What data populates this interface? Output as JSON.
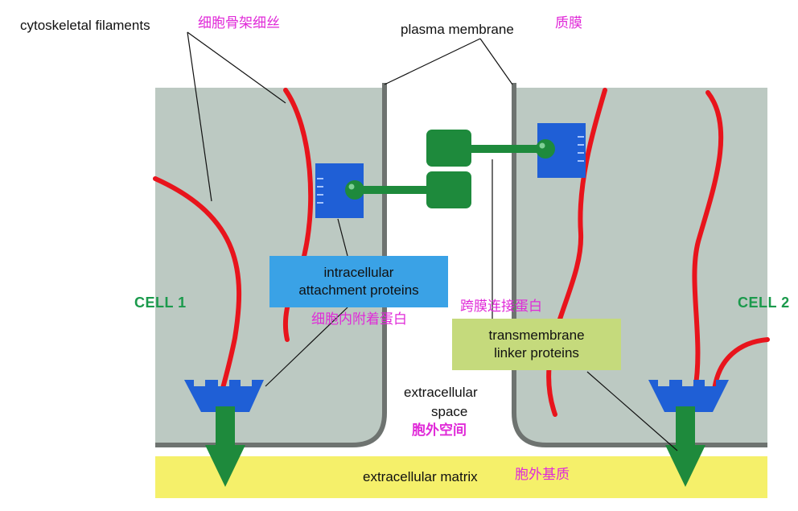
{
  "labels": {
    "cytoskeletal": "cytoskeletal filaments",
    "cytoskeletal_cn": "细胞骨架细丝",
    "plasma": "plasma membrane",
    "plasma_cn": "质膜",
    "cell1": "CELL 1",
    "cell2": "CELL 2",
    "intra_line1": "intracellular",
    "intra_line2": "attachment proteins",
    "intra_cn": "细胞内附着蛋白",
    "trans_cn": "跨膜连接蛋白",
    "trans_line1": "transmembrane",
    "trans_line2": "linker proteins",
    "extra_space_line1": "extracellular",
    "extra_space_line2": "space",
    "extra_space_cn": "胞外空间",
    "matrix": "extracellular matrix",
    "matrix_cn": "胞外基质"
  },
  "colors": {
    "cell_fill": "#bcc9c2",
    "membrane": "#6e7370",
    "filament": "#e8141c",
    "attachment": "#1f5fd6",
    "linker": "#1e8a3c",
    "matrix": "#f5f06a",
    "intra_box": "#3aa2e6",
    "trans_box": "#c5da7c",
    "cell_label": "#1b9a4c",
    "chinese": "#e02ad8"
  }
}
